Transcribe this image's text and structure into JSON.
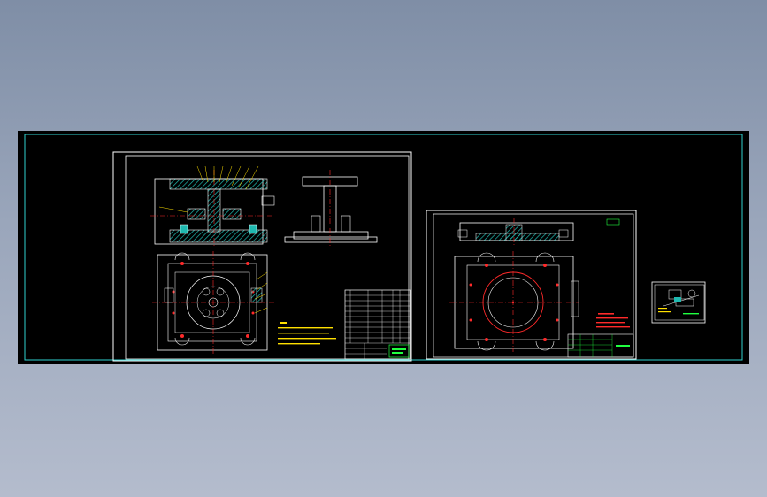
{
  "viewer": {
    "background_gradient": [
      "#7f8ea6",
      "#b4bccd"
    ],
    "canvas_color": "#000000"
  },
  "colors": {
    "frame_cyan": "#2fd2cf",
    "sheet_white": "#ffffff",
    "hatch_cyan": "#1fb9b0",
    "center_red": "#ff2a2a",
    "green_text": "#20ff40",
    "yellow": "#ffe000"
  },
  "sheets": [
    {
      "id": "assembly-drawing"
    },
    {
      "id": "part-drawing"
    },
    {
      "id": "thumbnail-drawing"
    }
  ]
}
